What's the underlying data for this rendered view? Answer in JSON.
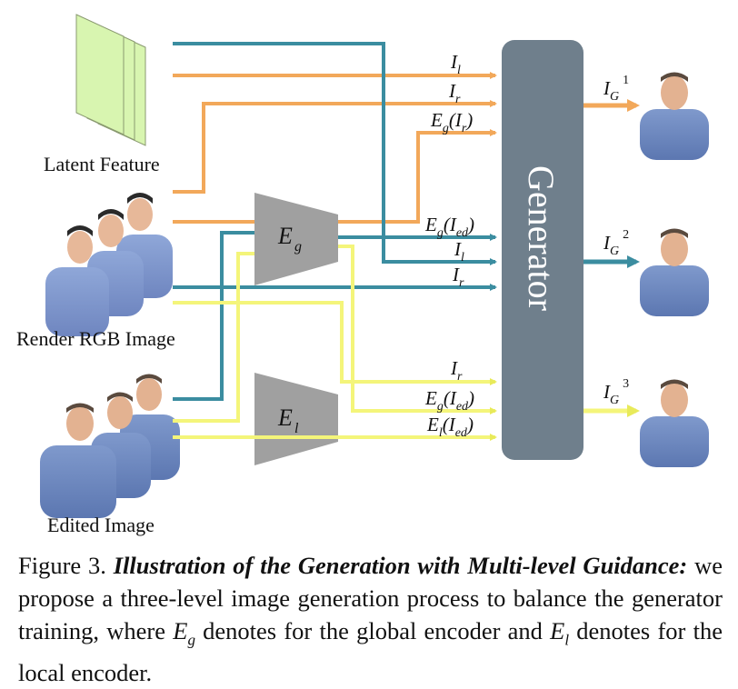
{
  "diagram": {
    "labels": {
      "latent_feature": "Latent Feature",
      "render_rgb_image": "Render RGB Image",
      "edited_image": "Edited Image",
      "generator": "Generator",
      "eg_main": "E",
      "eg_sub": "g",
      "el_main": "E",
      "el_sub": "l"
    },
    "inputs_level1": {
      "il": "I",
      "il_sub": "l",
      "ir": "I",
      "ir_sub": "r",
      "egir": "E",
      "egir_sub": "g",
      "egir_arg": "(I",
      "egir_argsub": "r",
      "egir_close": ")"
    },
    "inputs_level2": {
      "eg": "E",
      "eg_sub": "g",
      "eg_arg": "(I",
      "eg_argsub": "ed",
      "eg_close": ")",
      "il": "I",
      "il_sub": "l",
      "ir": "I",
      "ir_sub": "r"
    },
    "inputs_level3": {
      "ir": "I",
      "ir_sub": "r",
      "eg": "E",
      "eg_sub": "g",
      "eg_arg": "(I",
      "eg_argsub": "ed",
      "eg_close": ")",
      "el": "E",
      "el_sub": "l",
      "el_arg": "(I",
      "el_argsub": "ed",
      "el_close": ")"
    },
    "outputs": [
      {
        "main": "I",
        "sub": "G",
        "sup": "1"
      },
      {
        "main": "I",
        "sub": "G",
        "sup": "2"
      },
      {
        "main": "I",
        "sub": "G",
        "sup": "3"
      }
    ],
    "colors": {
      "orange": "#f2a85a",
      "teal": "#3b8da0",
      "yellow": "#f4f57a",
      "generator": "#6f7f8c",
      "encoder": "#a0a0a0",
      "latent_sheet": "#d8f5b0"
    },
    "icons": [
      "latent-feature-stack",
      "render-rgb-faces",
      "edited-image-faces",
      "output-face"
    ]
  },
  "caption": {
    "prefix": "Figure 3. ",
    "title": "Illustration of the Generation with Multi-level Guidance:",
    "text1": " we propose a three-level image generation process to balance the generator training, where ",
    "eg": "E",
    "eg_sub": "g",
    "text2": " denotes for the global encoder and ",
    "el": "E",
    "el_sub": "l",
    "text3": " denotes for the local encoder."
  }
}
